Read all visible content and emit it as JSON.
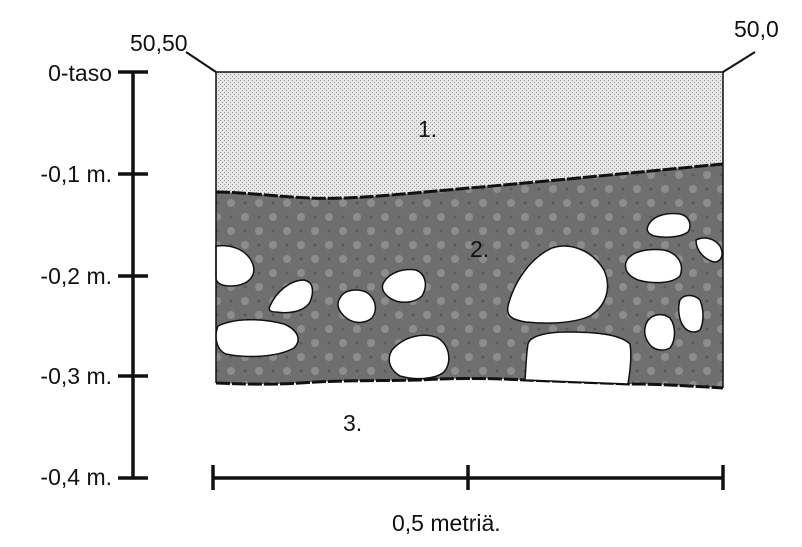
{
  "corners": {
    "left": "50,50",
    "right": "50,0"
  },
  "depth_labels": [
    "0-taso",
    "-0,1 m.",
    "-0,2 m.",
    "-0,3 m.",
    "-0,4 m."
  ],
  "layers": {
    "layer1": "1.",
    "layer2": "2.",
    "layer3": "3."
  },
  "scale": {
    "label": "0,5 metriä."
  },
  "colors": {
    "ink": "#111111",
    "layer1_fill": "#d9d9d9",
    "layer2_fill": "#6e6e6e",
    "stone_fill": "#ffffff"
  }
}
